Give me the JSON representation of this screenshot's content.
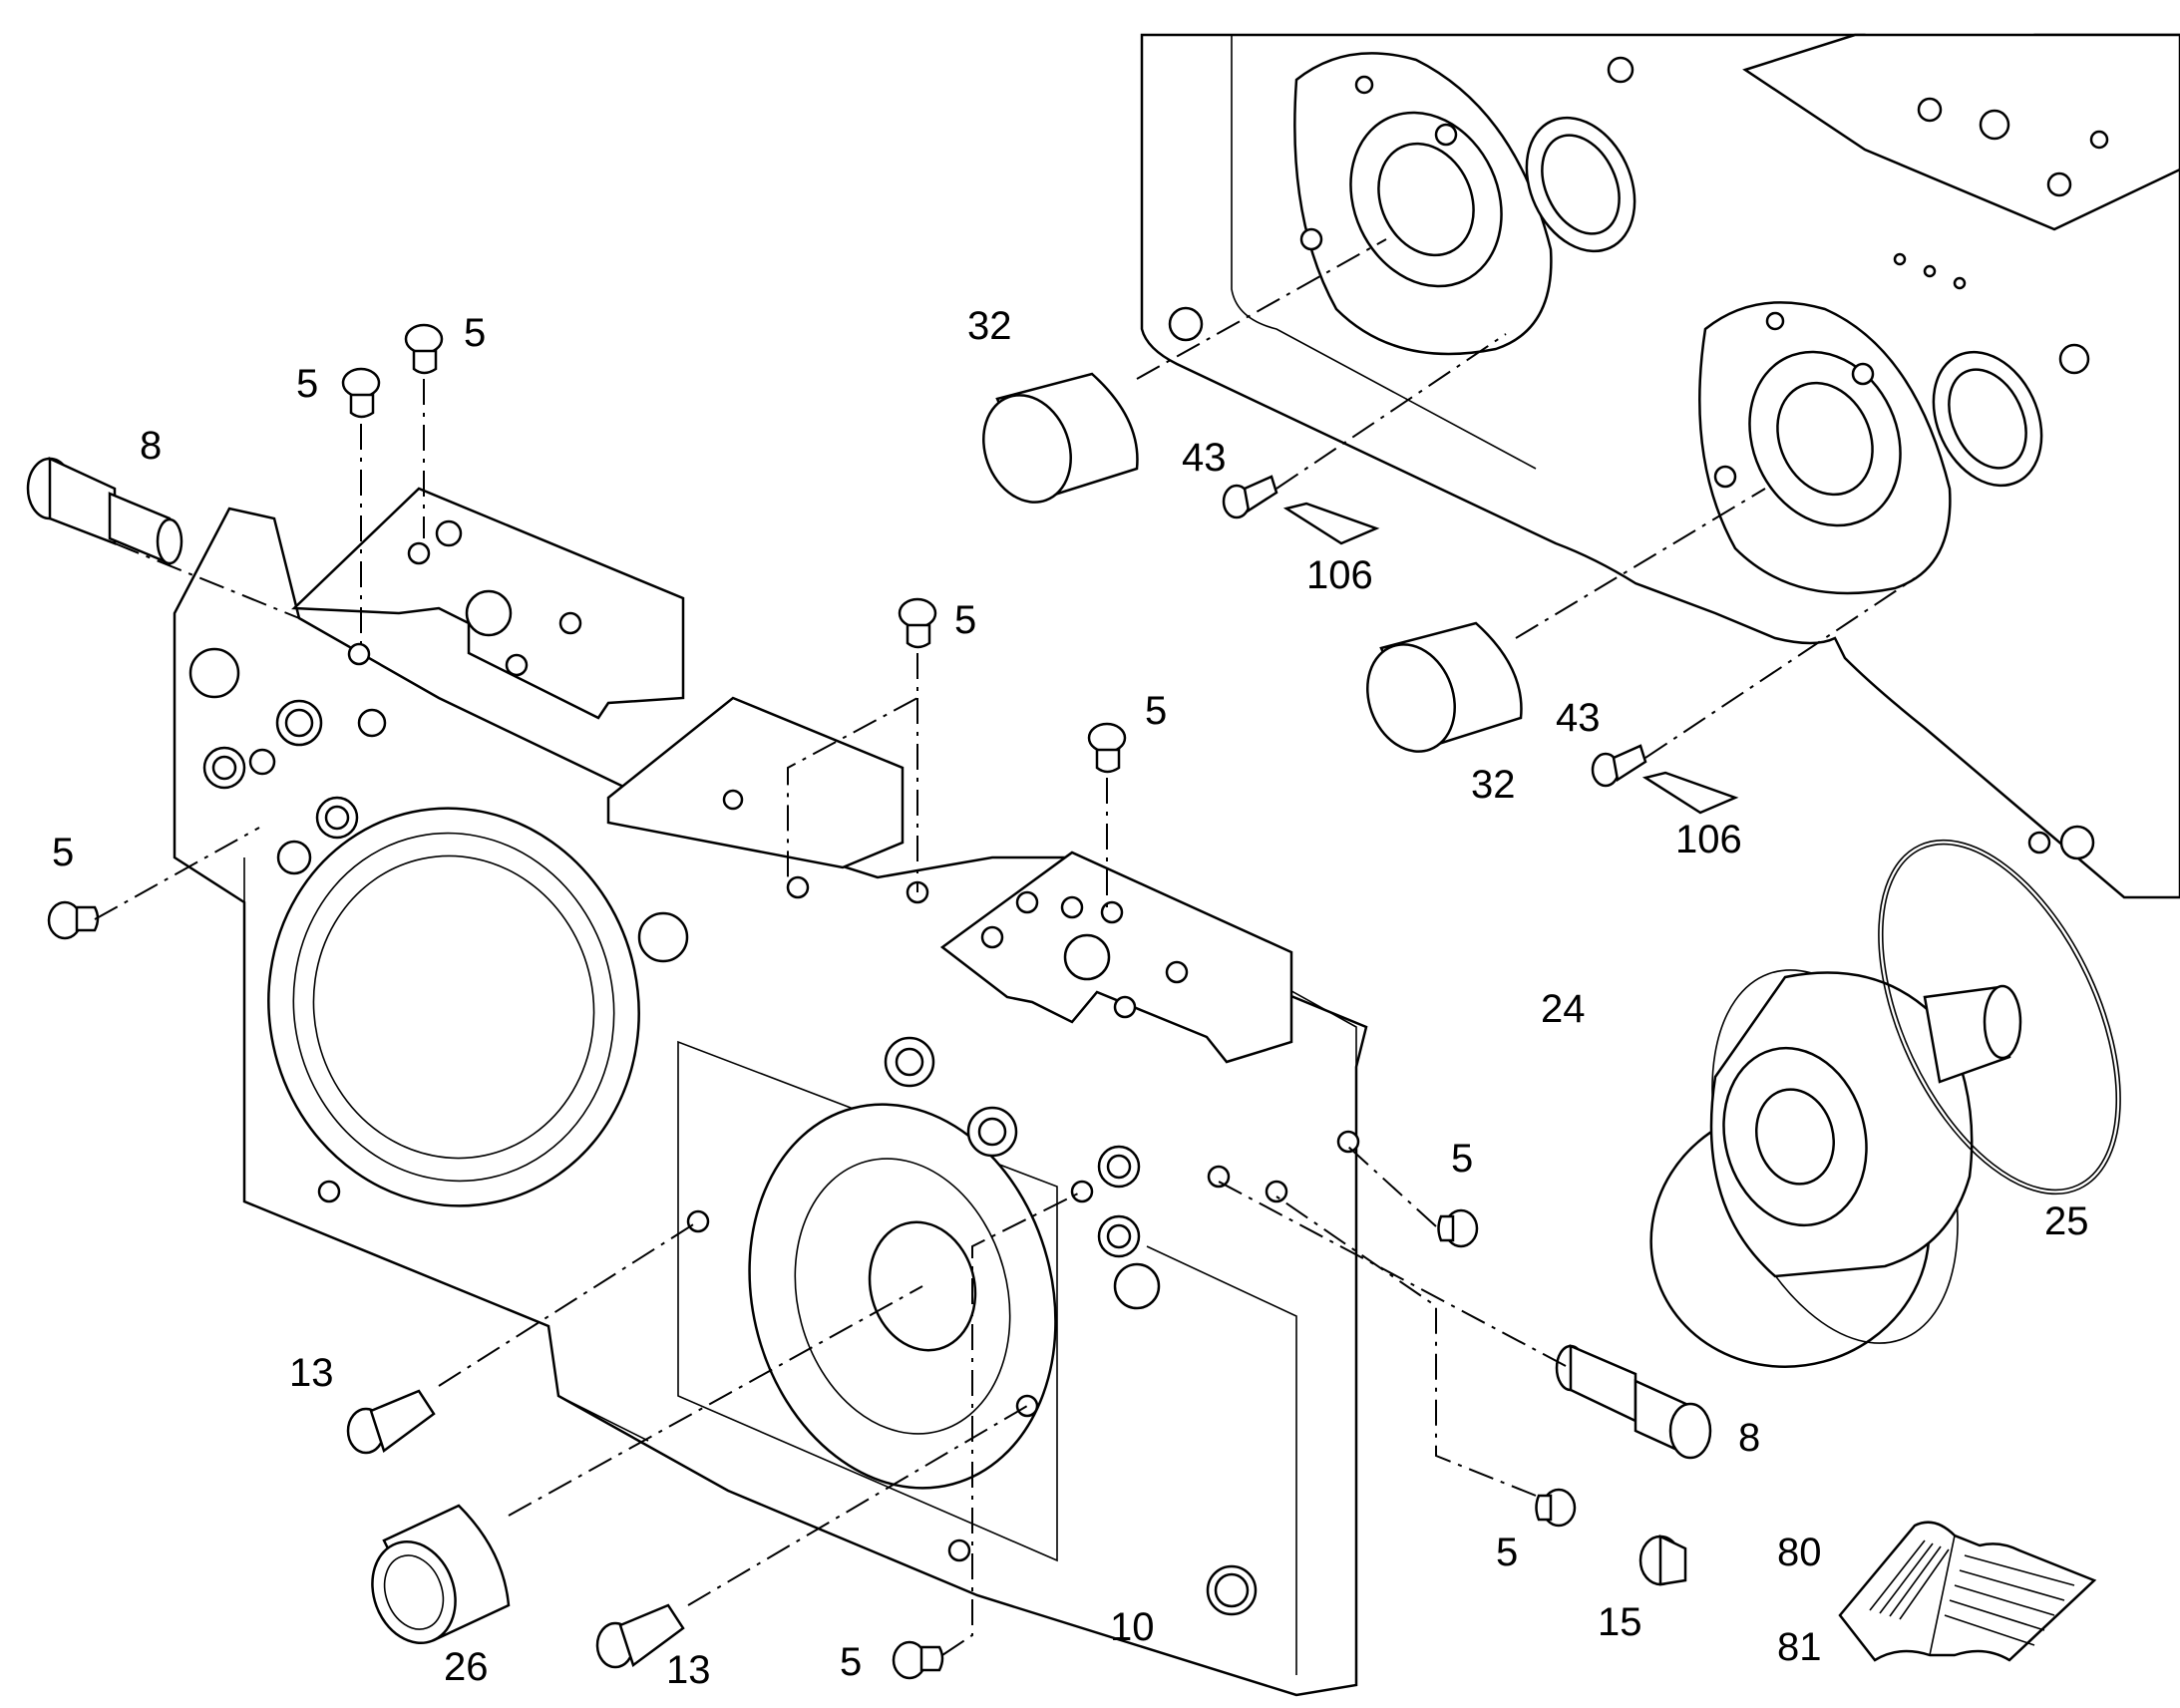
{
  "labels": {
    "l5a": "5",
    "l5b": "5",
    "l8a": "8",
    "l5c": "5",
    "l32a": "32",
    "l43a": "43",
    "l106a": "106",
    "l5d": "5",
    "l5e": "5",
    "l32b": "32",
    "l43b": "43",
    "l106b": "106",
    "l24": "24",
    "l25": "25",
    "l5f": "5",
    "l13a": "13",
    "l8b": "8",
    "l26": "26",
    "l13b": "13",
    "l5g": "5",
    "l10": "10",
    "l5h": "5",
    "l15": "15",
    "l80": "80",
    "l81": "81"
  }
}
